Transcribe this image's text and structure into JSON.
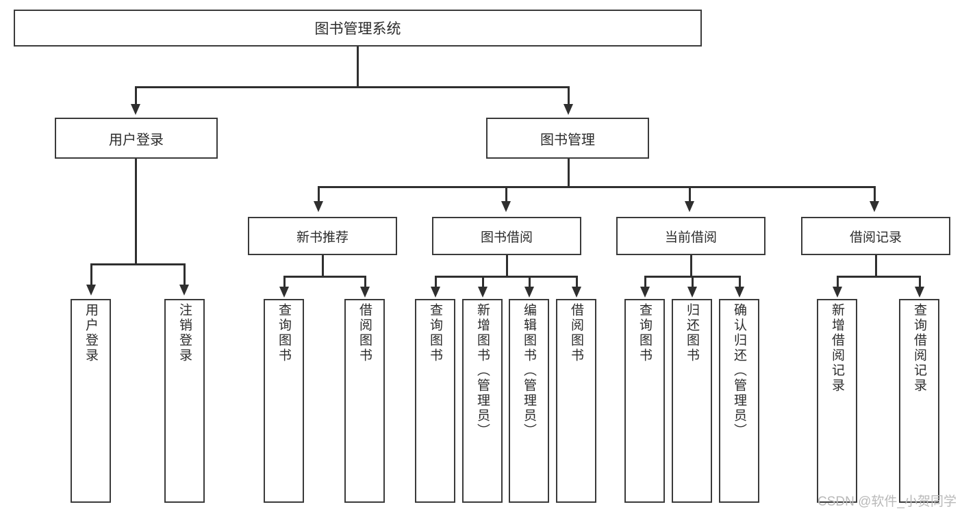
{
  "diagram": {
    "title": "图书管理系统",
    "type": "tree",
    "watermark": "CSDN @软件_小贺同学",
    "root": {
      "label": "图书管理系统"
    },
    "level2": [
      {
        "label": "用户登录"
      },
      {
        "label": "图书管理"
      }
    ],
    "level3": [
      {
        "label": "新书推荐"
      },
      {
        "label": "图书借阅"
      },
      {
        "label": "当前借阅"
      },
      {
        "label": "借阅记录"
      }
    ],
    "leaves": {
      "user_login": [
        {
          "label": "用户登录"
        },
        {
          "label": "注销登录"
        }
      ],
      "new_book_recommend": [
        {
          "label": "查询图书"
        },
        {
          "label": "借阅图书"
        }
      ],
      "book_borrow": [
        {
          "label": "查询图书"
        },
        {
          "label": "新增图书（管理员）"
        },
        {
          "label": "编辑图书（管理员）"
        },
        {
          "label": "借阅图书"
        }
      ],
      "current_borrow": [
        {
          "label": "查询图书"
        },
        {
          "label": "归还图书"
        },
        {
          "label": "确认归还（管理员）"
        }
      ],
      "borrow_records": [
        {
          "label": "新增借阅记录"
        },
        {
          "label": "查询借阅记录"
        }
      ]
    },
    "colors": {
      "stroke": "#3a3a3a",
      "connector": "#2f2f2f",
      "text": "#2b2b2b",
      "background": "#ffffff",
      "watermark": "#b9b9b9"
    }
  }
}
